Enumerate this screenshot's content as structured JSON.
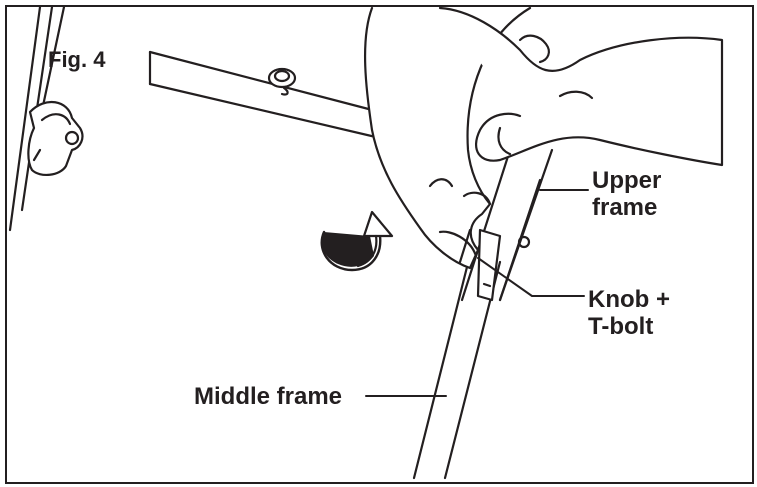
{
  "figure": {
    "label": "Fig. 4"
  },
  "labels": {
    "upper_frame": [
      "Upper",
      "frame"
    ],
    "knob_tbolt": [
      "Knob +",
      "T-bolt"
    ],
    "middle_frame": "Middle frame"
  },
  "colors": {
    "ink": "#231f20",
    "background": "#ffffff"
  },
  "icons": [
    "rotation-arrow-icon",
    "hand-illustration",
    "knob-illustration"
  ]
}
